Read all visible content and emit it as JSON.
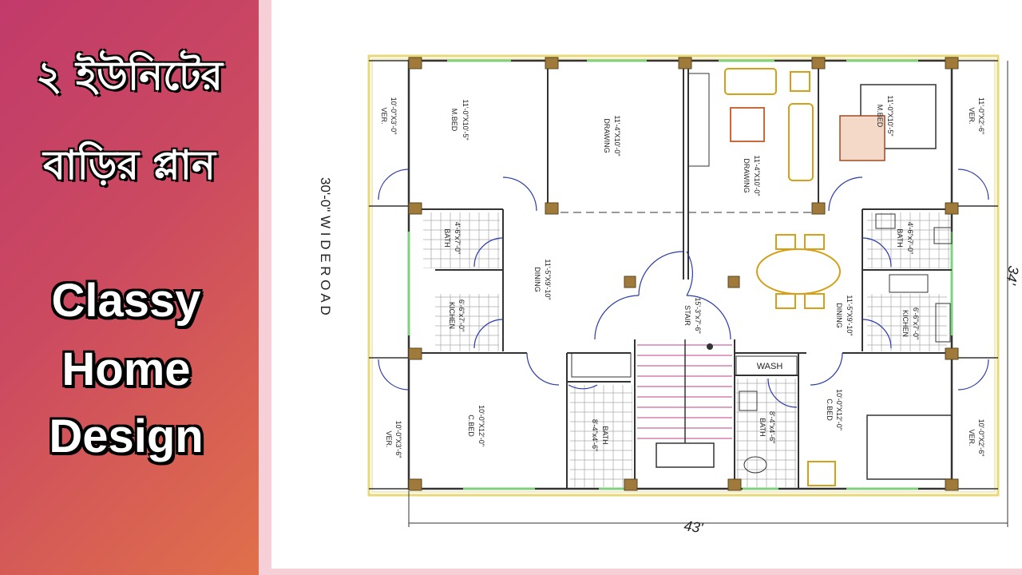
{
  "sidebar": {
    "bengali_line1": "২ ইউনিটের",
    "bengali_line2": "বাড়ির প্লান",
    "english_line1": "Classy",
    "english_line2": "Home",
    "english_line3": "Design"
  },
  "plan": {
    "road_label": "30'-0\" W I D E   R O A D",
    "dim_width": "43'",
    "dim_depth": "34'",
    "rooms": {
      "ver_tl": {
        "size": "10'-0\"X3'-0\"",
        "name": "VER."
      },
      "mbed_l": {
        "size": "11'-0\"X10'-5\"",
        "name": "M.BED"
      },
      "drawing_l": {
        "size": "11'-4\"X10'-0\"",
        "name": "DRAWING"
      },
      "drawing_r": {
        "size": "11'-4\"X10'-0\"",
        "name": "DRAWING"
      },
      "mbed_r": {
        "size": "11'-0\"X10'-5\"",
        "name": "M.BED"
      },
      "ver_tr": {
        "size": "11'-0\"X2'-6\"",
        "name": "VER."
      },
      "bath_l": {
        "size": "4'-6\"x7'-0\"",
        "name": "BATH"
      },
      "kitchen_l": {
        "size": "6'-6\"x7'-0\"",
        "name": "KICHEN"
      },
      "dining_l": {
        "size": "11'-5\"X9'-10\"",
        "name": "DINING"
      },
      "stair": {
        "size": "15'-3\"x7'-6\"",
        "name": "STAIR"
      },
      "dining_r": {
        "size": "11'-5\"X9'-10\"",
        "name": "DINING"
      },
      "bath_r": {
        "size": "4'-6\"x7'-0\"",
        "name": "BATH"
      },
      "kitchen_r": {
        "size": "6'-6\"x7'-0\"",
        "name": "KICHEN"
      },
      "ver_bl": {
        "size": "10'-0\"X3'-6\"",
        "name": "VER."
      },
      "cbed_l": {
        "size": "10'-0\"X12'-0\"",
        "name": "C.BED"
      },
      "bath_bl": {
        "size": "8'-4\"x4'-6\"",
        "name": "BATH"
      },
      "wash": {
        "name": "WASH"
      },
      "bath_br": {
        "size": "8'-4\"x4'-6\"",
        "name": "BATH"
      },
      "cbed_r": {
        "size": "10'-0\"X12'-0\"",
        "name": "C.BED"
      },
      "ver_br": {
        "size": "10'-0\"X2'-6\"",
        "name": "VER."
      }
    }
  },
  "colors": {
    "panel_start": "#c13a6a",
    "panel_end": "#e0704a",
    "wall": "#333333",
    "column": "#a07a3a",
    "window": "#7fd07f",
    "door_arc": "#2a3aa8",
    "furniture": "#d4a017",
    "stair_lines": "#c0408a",
    "parapet": "#e8d87a"
  }
}
